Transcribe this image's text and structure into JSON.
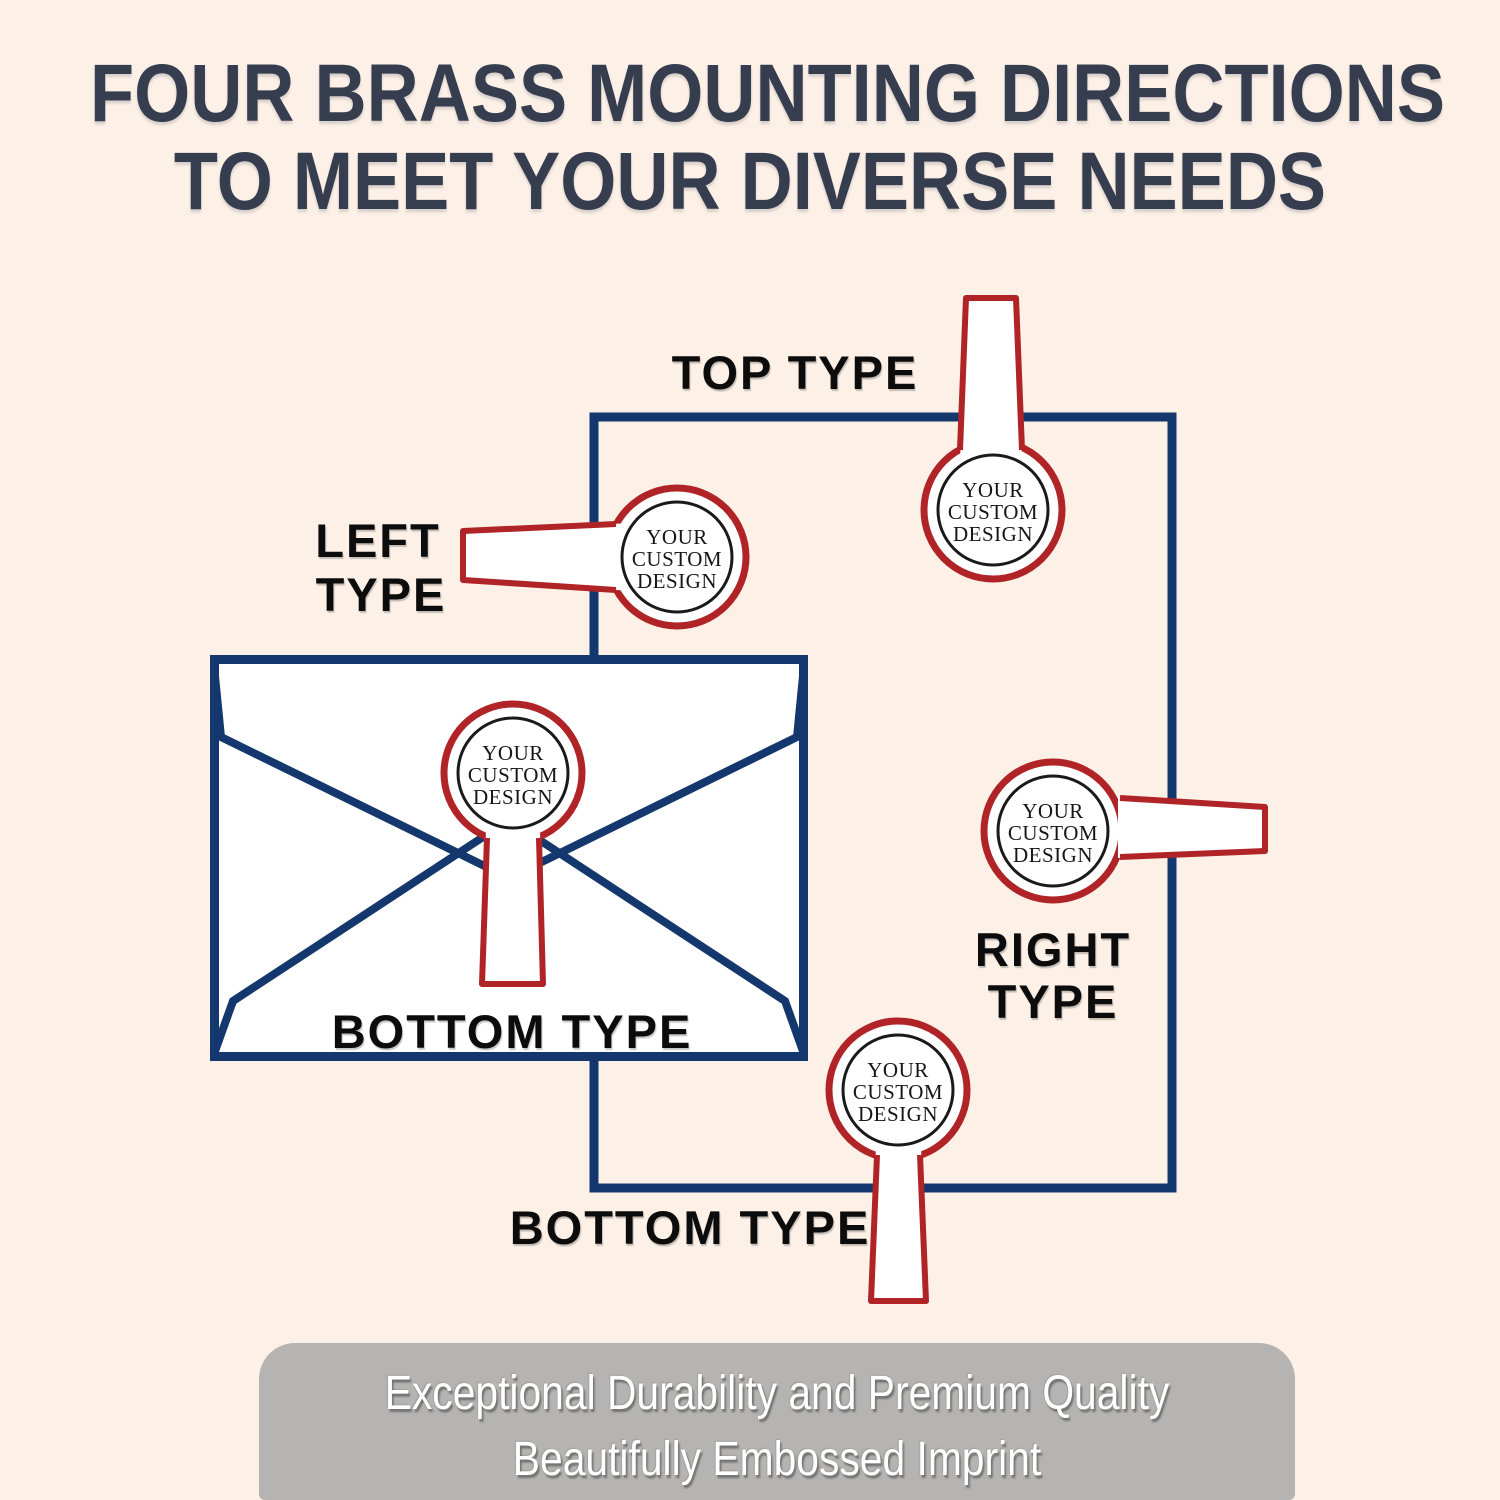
{
  "title": {
    "line1": "FOUR BRASS MOUNTING DIRECTIONS",
    "line2": "TO MEET YOUR DIVERSE NEEDS"
  },
  "labels": {
    "top_type": "TOP TYPE",
    "left_type_line1": "LEFT",
    "left_type_line2": "TYPE",
    "right_type_line1": "RIGHT",
    "right_type_line2": "TYPE",
    "bottom_type_envelope": "BOTTOM TYPE",
    "bottom_type_edge": "BOTTOM TYPE"
  },
  "stamp_text": {
    "line1": "YOUR",
    "line2": "CUSTOM",
    "line3": "DESIGN"
  },
  "banner": {
    "line1": "Exceptional Durability and Premium Quality",
    "line2": "Beautifully Embossed Imprint"
  },
  "colors": {
    "background": "#fcf0e7",
    "title_text": "#363d4e",
    "frame_navy": "#14386e",
    "stamp_red": "#b02326",
    "seal_ring_black": "#1a1a1a",
    "label_black": "#0c0c0c",
    "banner_gray": "#b5b4b3",
    "banner_text": "#ffffff"
  }
}
